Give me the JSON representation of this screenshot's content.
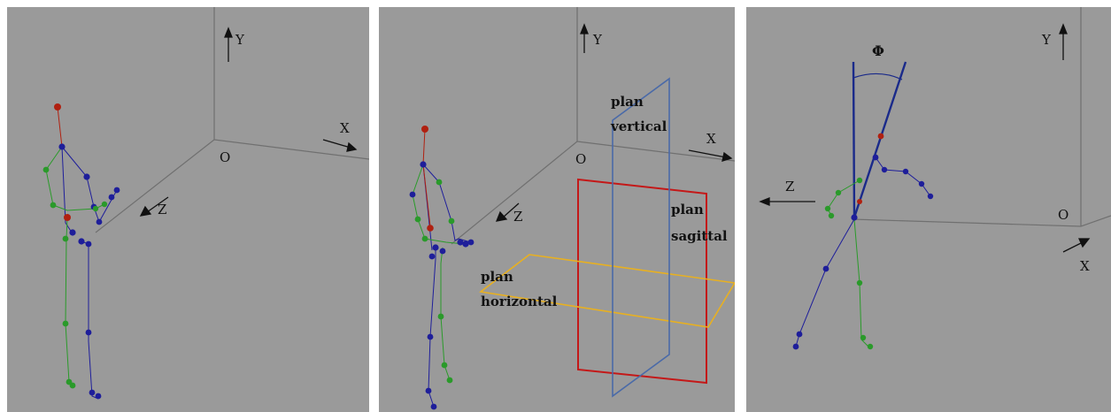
{
  "panel1": {
    "axis_y": "Y",
    "axis_x": "X",
    "axis_z": "Z",
    "origin": "O"
  },
  "panel2": {
    "axis_y": "Y",
    "axis_x": "X",
    "axis_z": "Z",
    "origin": "O",
    "plane_vertical_line1": "plan",
    "plane_vertical_line2": "vertical",
    "plane_sagittal_line1": "plan",
    "plane_sagittal_line2": "sagittal",
    "plane_horizontal_line1": "plan",
    "plane_horizontal_line2": "horizontal"
  },
  "panel3": {
    "axis_y": "Y",
    "axis_x": "X",
    "axis_z": "Z",
    "origin": "O",
    "angle": "Φ"
  },
  "colors": {
    "background": "#9a9a9a",
    "box_lines": "#6e6e6e",
    "left_side": "#2a9a2a",
    "right_side": "#1e1e9a",
    "head": "#b02010",
    "plane_vertical": "#4a6aa8",
    "plane_sagittal": "#c41818",
    "plane_horizontal": "#e8b020",
    "angle_line": "#1a2a8a"
  }
}
